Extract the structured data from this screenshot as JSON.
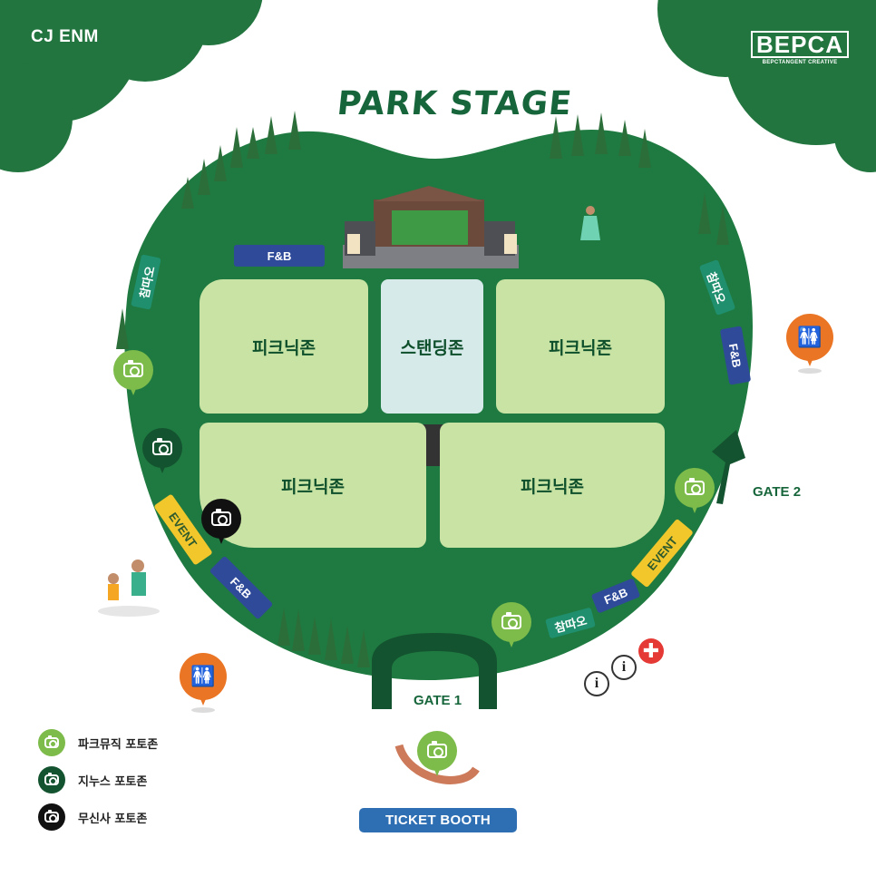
{
  "brand": {
    "left_logo": "CJ ENM",
    "right_logo": "BEPCA",
    "right_logo_sub": "BEPCTANGENT CREATIVE"
  },
  "title": "PARK STAGE",
  "zones": {
    "picnic_top_left": "피크닉존",
    "standing": "스탠딩존",
    "picnic_top_right": "피크닉존",
    "picnic_bottom_left": "피크닉존",
    "picnic_bottom_right": "피크닉존"
  },
  "tags": {
    "fb_stage": "F&B",
    "fb_right": "F&B",
    "fb_left": "F&B",
    "fb_bottom": "F&B",
    "event_left": "EVENT",
    "event_right": "EVENT",
    "chamdao_left": "참따오",
    "chamdao_right": "참따오",
    "chamdao_bottom": "참따오"
  },
  "gates": {
    "gate1": "GATE 1",
    "gate2": "GATE 2"
  },
  "ticket_booth": "TICKET BOOTH",
  "legend": [
    {
      "label": "파크뮤직 포토존",
      "color": "#7dbb4a"
    },
    {
      "label": "지누스 포토존",
      "color": "#14532f"
    },
    {
      "label": "무신사 포토존",
      "color": "#111111"
    }
  ],
  "facility_icons": {
    "toilet": "toilet-icon",
    "info": "info-icon",
    "first_aid": "first-aid-icon",
    "photo": "camera-icon"
  },
  "colors": {
    "map_green": "#1e7a40",
    "zone_light": "#c8e3a3",
    "standing": "#d6eaea",
    "accent_orange": "#ea7524"
  },
  "symbols": {
    "info": "i",
    "first_aid": "✚",
    "toilet": "🚻"
  }
}
